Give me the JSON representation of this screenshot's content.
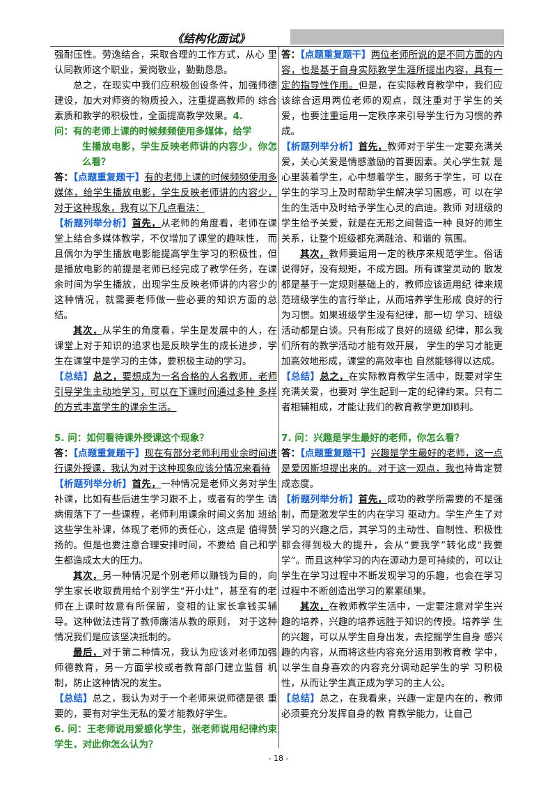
{
  "header": {
    "title": "《结构化面试》"
  },
  "left": {
    "l1": "强耐压性。劳逸结合，采取合理的工作方式，从心 里认同教师这个职业，爱岗敬业，勤勤恳恳。",
    "l2": "总之，在现实中我们应积极创设条件，加强师德建设，加大对师资的物质投入，注重提高教师的 综合素质和教学的积极性，全面提高教学效果。",
    "l2_num": "4.",
    "q4_a": "问：有的老师上课的时候频频使用多媒体，给学",
    "q4_b": "生播放电影，学生反映老师讲的内容少，你怎么看？",
    "a4_label": "答：",
    "tag_point": "【点题重复题干】",
    "a4_text": "有的老师上课的时候频频使用多媒体，给学生播放电影，学生反映老师讲的内容少，对于这种现象，我有以下几点看法：",
    "tag_analysis": "【析题列举分析】",
    "first": "首先，",
    "a4_first": "从老师的角度看，老师在课堂上结合多媒体教学，不仅增加了课堂的趣味性， 而且偶尔为学生播放电影能提高学生学习的积极性，但是播放电影的前提是老师已经完成了教学任务，在课余时间为学生播放，出现学生反映老师讲的内容少的这种情况，就需要老师做一些必要的知识方面的总结。",
    "second": "其次，",
    "a4_second": "从学生的角度看，学生是发展中的人，在课堂上对于知识的追求也是反映学生的成长进步，学生在课堂中是学习的主体，要积极主动的学习。",
    "tag_summary": "【总结】",
    "zongzhi": "总之，",
    "a4_summary": "要想成为一名合格的人名教师，老师引导学生主动地学习，可以在下课时间通过多种 多样的方式丰富学生的课余生活。",
    "q5": "5. 问：如何看待课外授课这个现象？",
    "a5_label": "答：",
    "a5_text": "现在有部分老师利用业余时间进行课外授课，我认为对于这种现象应该分情况来看待",
    "a5_first": "一种情况是老师义务对学生补课，比如有些后进生学习跟不上，或者有的学生 请病假落下了一些课程，老师利用课余时间义务加 班给这些学生补课，体现了老师的责任心，这点是 值得赞扬的。但是也要注意合理安排时间，不要给 自己和学生都造成太大的压力。",
    "a5_second": "另一种情况是个别老师以赚钱为目的，向学生家长收取费用给个别学生“开小灶”，甚至有的老师在上课时故意有所保留，变相的让家长拿钱买辅导。这种做法违背了教师廉洁从教的原则， 对于这种情况我们是应该坚决抵制的。",
    "last": "最后，",
    "a5_last": "对于第二种情况，我认为应该对老师加强师德教育，另一方面学校或者教育部门建立监督 机制，防止这种情况的发生。",
    "a5_summary": "总之，我认为对于一个老师来说师德是很 重要的，要有对学生无私的爱才能教好学生。",
    "q6": "6. 问：王老师说用爱感化学生，张老师说用纪律约束学生，对此你怎么认为？"
  },
  "right": {
    "a6_label": "答：",
    "a6_text": "两位老师所说的是不同方面的内容，也是基于自身实际教学生涯所提出内容，具有一定的指导性作用。",
    "a6_text2": "但是，在实际教育教学中，我们应该综合运用两位老师的观点，既注重对于学生的关爱，也要注重运用一定秩序来引导学生行为习惯的养成。",
    "a6_first": "教师对于学生一定要充满关爱，关心关爱是情感激励的首要因素。关心学生就 是心里装着学生，心中想着学生，服务于学生，可 以在学生的学习上及时帮助学生解决学习困惑，可 以在学生的生活中及时给予学生心灵的启迪。教师 对班级的学生给予关爱，就是在无形之间营造一种 良好的师生关系，让整个班级都充满融洽、和谐的 氛围。",
    "a6_second": "教师要运用一定的秩序来规范学生。俗话说得好，没有规矩，不成方圆。所有课堂灵动的 散发都是基于一定规则基础上的，教师应该运用纪 律来规范班级学生的言行举止，从而培养学生形成 良好的行为习惯。如果班级学生没有纪律，那一切 学习、班级活动都是白谈。只有形成了良好的班级 纪律，那么我们所有的教学活动才能有效开展， 学生的学习才能更加高效地形成，课堂的高效率也 自然能够得以达成。",
    "a6_summary": "在实际教育教学生活中，既要对学生充满关爱，也要对 学生起到一定的纪律约束。只有二者相辅相成，才能让我们的教育教学更加顺利。",
    "q7": "7. 问：兴趣是学生最好的老师，你怎么看？",
    "a7_label": "答：",
    "a7_text": "兴趣是学生最好的老师，这一点是爱因斯坦提出来的。对于这一观点，我也",
    "a7_text_tail": "持肯定赞成态度。",
    "a7_first": "成功的教学所需要的不是强制，而是激发学生的内在学习 驱动力。学生产生了对学习的兴趣之后，其学习的主动性、自制性、积极性都会得到极大的提升，会从“要我学”转化成“我要学”。而且这种学习的内在源动力是可持续的，可以让学生在学习过程中不断发现学习的乐趣，也会在学习过程中不断创造出学习的累累硕果。",
    "a7_second": "在教师教学生活中，一定要注意对学生兴趣的培养，兴趣的培养远胜于知识的传授。培养学 生的兴趣，可以从学生自身出发，去挖掘学生自身 感兴趣的内容，从而将这些内容充分运用到教育教 学中，以学生自身喜欢的内容充分调动起学生的学 习积极性，从而让学生真正成为学习的主人公。",
    "a7_summary": "总之，在我看来，兴趣一定是内在的，教师必须要充分发挥自身的教 育教学能力，让自己"
  },
  "footer": {
    "page": "- 18 -"
  }
}
